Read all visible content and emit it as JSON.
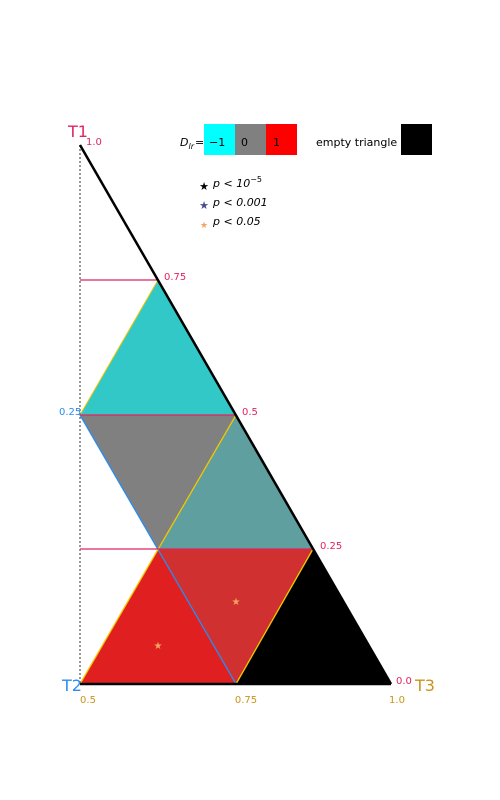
{
  "chart_data": {
    "type": "ternary-triangles",
    "corners": {
      "top": {
        "label": "T1",
        "color": "#e0245e"
      },
      "bottom_left": {
        "label": "T2",
        "color": "#2a8cf0"
      },
      "bottom_right": {
        "label": "T3",
        "color": "#c89419"
      }
    },
    "axis_ticks": {
      "t1": [
        "1.0",
        "0.75",
        "0.5",
        "0.25",
        "0.0"
      ],
      "t2": [
        "0.25"
      ],
      "t3": [
        "0.5",
        "0.75",
        "1.0"
      ]
    },
    "legend": {
      "dlr_label": "D",
      "dlr_subscript": "lr",
      "dlr_eq": "=",
      "swatches": [
        {
          "value": "−1",
          "color": "#00ffff"
        },
        {
          "value": "0",
          "color": "#808080"
        },
        {
          "value": "1",
          "color": "#ff0000"
        }
      ],
      "empty_label": "empty triangle",
      "empty_color": "#000000",
      "significance": [
        {
          "text": "p < 10",
          "exp": "−5",
          "color": "#000000"
        },
        {
          "text": "p < 0.001",
          "exp": "",
          "color": "#4b4b8c"
        },
        {
          "text": "p < 0.05",
          "exp": "",
          "color": "#f4a460"
        }
      ]
    },
    "triangles": [
      {
        "id": "upper-cyan",
        "t1_row": "0.5-0.75",
        "dlr": -0.8,
        "color": "#33c8c8",
        "significance": null
      },
      {
        "id": "mid-left-grey",
        "t1_row": "0.25-0.5",
        "dlr": 0.0,
        "color": "#808080",
        "significance": null
      },
      {
        "id": "mid-right-teal",
        "t1_row": "0.25-0.5",
        "dlr": -0.3,
        "color": "#5f9f9f",
        "significance": null
      },
      {
        "id": "low-left-red",
        "t1_row": "0-0.25",
        "dlr": 0.9,
        "color": "#e02020",
        "significance": "p < 0.05"
      },
      {
        "id": "low-mid-red",
        "t1_row": "0-0.25",
        "dlr": 0.8,
        "color": "#d03030",
        "significance": "p < 0.05"
      },
      {
        "id": "low-right-empty",
        "t1_row": "0-0.25",
        "dlr": null,
        "color": "#000000",
        "significance": null
      }
    ]
  }
}
